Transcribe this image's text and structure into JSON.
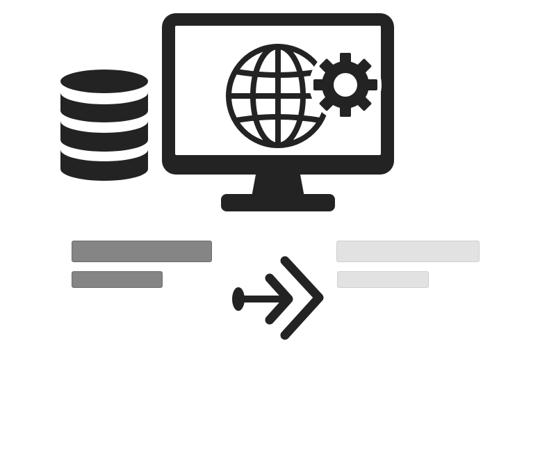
{
  "colors": {
    "icon": "#232323",
    "screen": "#ffffff",
    "background": "#ffffff",
    "placeholder_dark": "#858585",
    "placeholder_light": "#e2e2e2"
  },
  "icons": [
    "database-icon",
    "monitor-icon",
    "globe-icon",
    "gear-icon",
    "transfer-arrow-icon"
  ],
  "placeholders": {
    "source": {
      "lines": 2,
      "tone": "dark"
    },
    "target": {
      "lines": 2,
      "tone": "light"
    }
  }
}
